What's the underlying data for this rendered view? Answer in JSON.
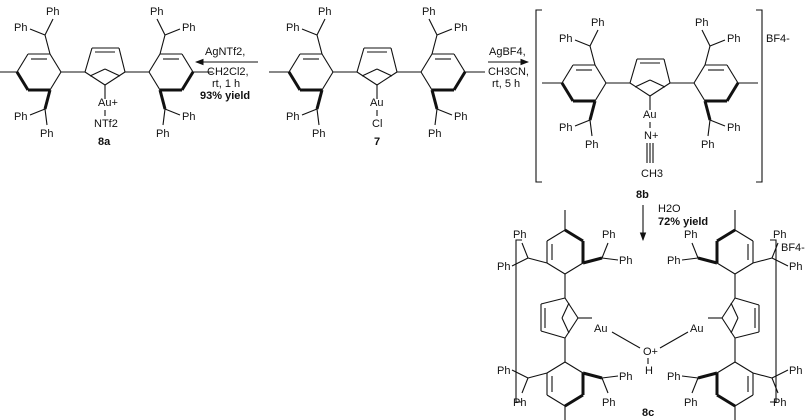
{
  "substituent": "Ph",
  "compounds": {
    "c7": {
      "label": "7",
      "metal": "Au",
      "ligand": "Cl"
    },
    "c8a": {
      "label": "8a",
      "metal": "Au+",
      "ligand": "NTf2"
    },
    "c8b": {
      "label": "8b",
      "metal": "Au",
      "nitrogen": "N+",
      "methyl": "CH3",
      "counterion": "BF4-"
    },
    "c8c": {
      "label": "8c",
      "metal": "Au",
      "oxygen": "O+",
      "hydrogen": "H",
      "counterion": "BF4-"
    }
  },
  "reactions": {
    "to_8a": {
      "reagent": "AgNTf2,",
      "solvent": "CH2Cl2,",
      "conditions": "rt, 1 h",
      "yield": "93% yield"
    },
    "to_8b": {
      "reagent": "AgBF4,",
      "solvent": "CH3CN,",
      "conditions": "rt, 5 h"
    },
    "to_8c": {
      "reagent": "H2O",
      "yield": "72% yield"
    }
  }
}
